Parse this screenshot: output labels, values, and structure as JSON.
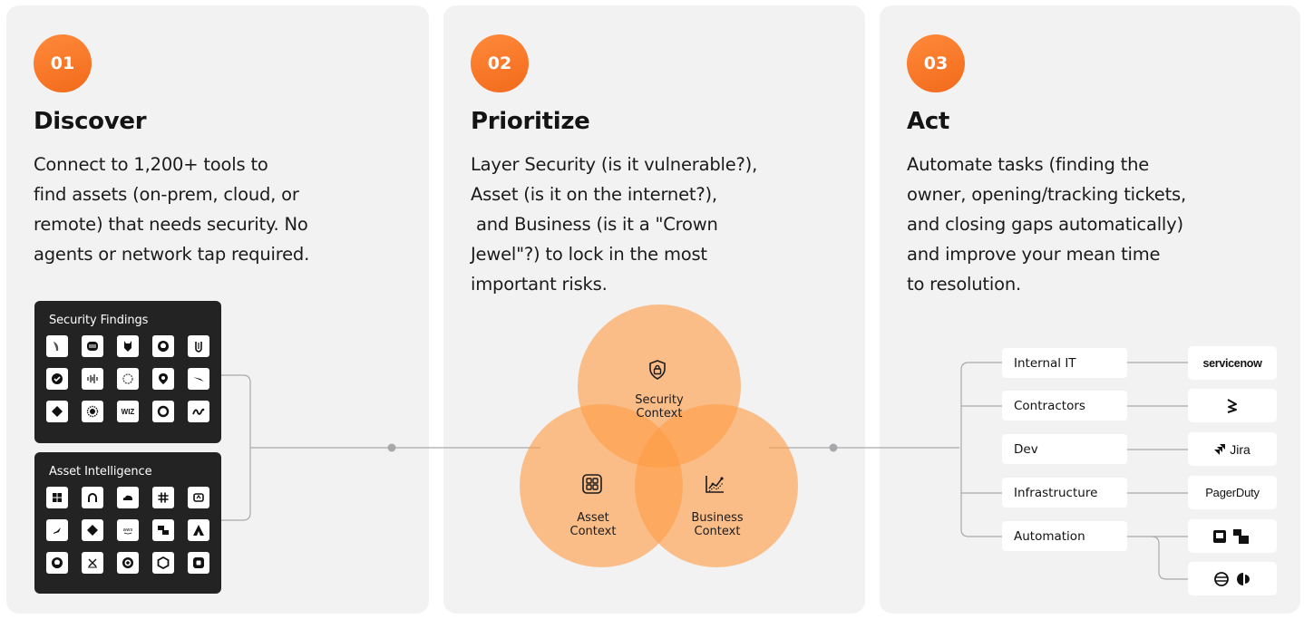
{
  "steps": [
    {
      "number": "01",
      "title": "Discover",
      "lines": [
        "Connect to 1,200+ tools to",
        "find assets (on-prem, cloud, or",
        "remote) that needs security. No",
        "agents or network tap required."
      ]
    },
    {
      "number": "02",
      "title": "Prioritize",
      "lines": [
        "Layer Security (is it vulnerable?),",
        "Asset (is it on the internet?),",
        " and Business (is it a \"Crown",
        "Jewel\"?) to lock in the most",
        "important risks."
      ]
    },
    {
      "number": "03",
      "title": "Act",
      "lines": [
        "Automate tasks (finding the",
        "owner, opening/tracking tickets,",
        "and closing gaps automatically)",
        "and improve your mean time",
        "to resolution."
      ]
    }
  ],
  "panels": {
    "security_findings": {
      "title": "Security Findings",
      "icons": [
        "owl-logo-icon",
        "layers-logo-icon",
        "wolf-logo-icon",
        "github-icon",
        "bracket-logo-icon",
        "check-circle-logo-icon",
        "waveform-logo-icon",
        "ring-logo-icon",
        "pin-shield-logo-icon",
        "bird-logo-icon",
        "diamond-logo-icon",
        "sun-logo-icon",
        "wiz-logo-icon",
        "circle-logo-icon",
        "wave-logo-icon"
      ]
    },
    "asset_intelligence": {
      "title": "Asset Intelligence",
      "icons": [
        "windows-icon",
        "okta-icon",
        "cloud-icon",
        "slack-icon",
        "drive-logo-icon",
        "falcon-logo-icon",
        "diamond-logo-icon",
        "aws-icon",
        "flag-logo-icon",
        "triangle-logo-icon",
        "github-icon",
        "x-box-logo-icon",
        "target-logo-icon",
        "hexagon-logo-icon",
        "square-logo-icon"
      ],
      "wiz_text": "WIZ"
    }
  },
  "venn": {
    "security": [
      "Security",
      "Context"
    ],
    "asset": [
      "Asset",
      "Context"
    ],
    "business": [
      "Business",
      "Context"
    ]
  },
  "act": {
    "teams": [
      "Internal IT",
      "Contractors",
      "Dev",
      "Infrastructure",
      "Automation"
    ],
    "tools": {
      "servicenow": "servicenow",
      "jira": "Jira",
      "pagerduty": "PagerDuty"
    }
  },
  "colors": {
    "accent": "#f26a1b",
    "venn_fill": "#ffa04c",
    "card_bg": "#f2f2f3",
    "panel_bg": "#232323"
  }
}
